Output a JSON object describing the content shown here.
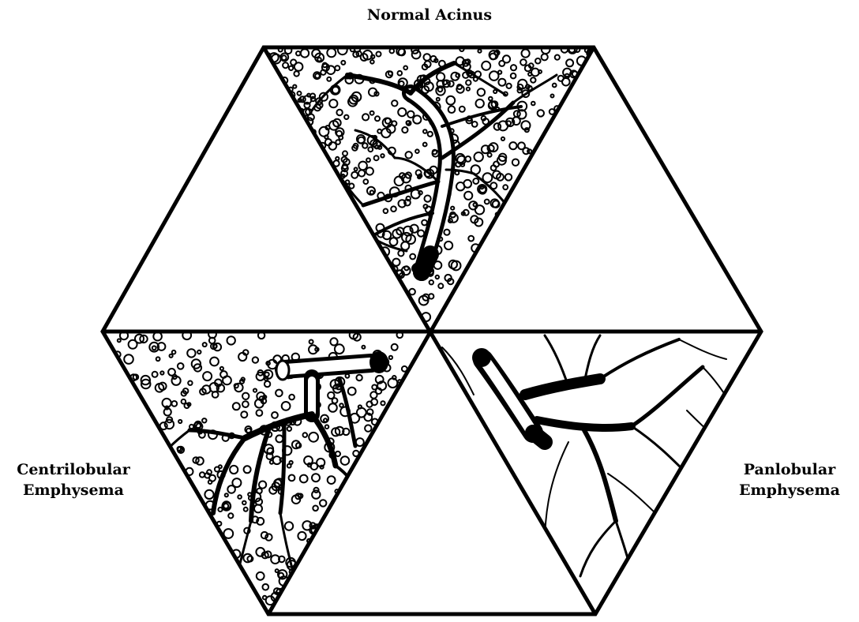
{
  "labels": {
    "top": "Normal Acinus",
    "left_line1": "Centrilobular",
    "left_line2": "Emphysema",
    "right_line1": "Panlobular",
    "right_line2": "Emphysema"
  },
  "colors": {
    "ink": "#000000",
    "paper": "#ffffff"
  },
  "panels": [
    {
      "name": "normal-acinus",
      "icon": "normal-acinus-illustration"
    },
    {
      "name": "centrilobular-emphysema",
      "icon": "centrilobular-emphysema-illustration"
    },
    {
      "name": "panlobular-emphysema",
      "icon": "panlobular-emphysema-illustration"
    }
  ]
}
